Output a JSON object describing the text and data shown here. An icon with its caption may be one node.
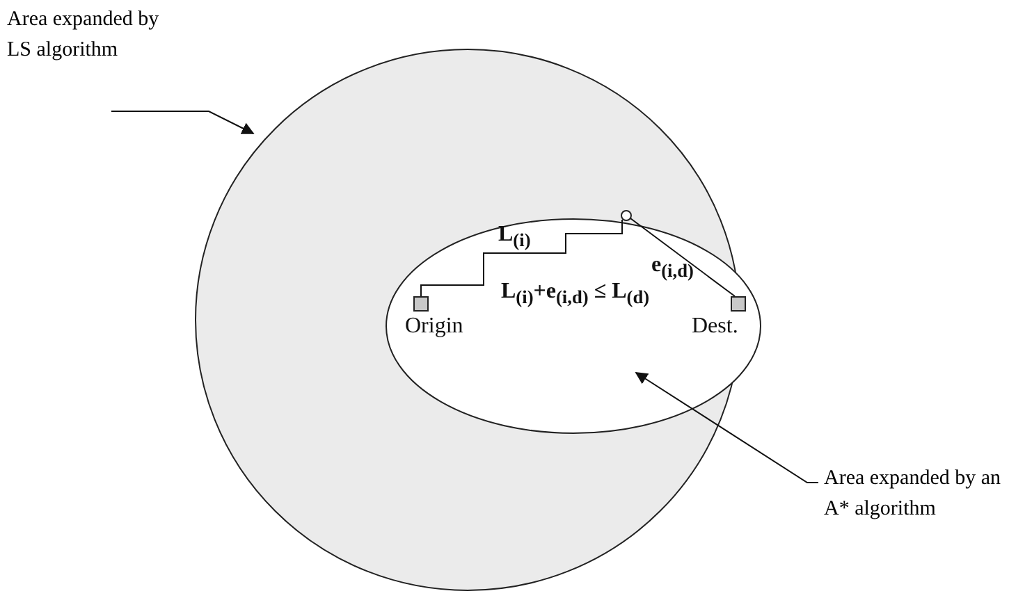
{
  "diagram": {
    "nodes": [
      {
        "text": [
          "Area expanded by LS algorithm"
        ]
      },
      {
        "text": [],
        "shape": "circle"
      },
      {
        "text": [],
        "shape": "ellipse"
      },
      {
        "text": [],
        "shape": "box",
        "in": 2,
        "beside": [
          "Origin"
        ]
      },
      {
        "text": [],
        "shape": "circle",
        "in": 1
      },
      {
        "text": [],
        "shape": "box",
        "in": 2,
        "beside": [
          "Dest."
        ]
      },
      {
        "text": [
          "Area expanded by an A* algorithm"
        ]
      }
    ],
    "edges": [
      {
        "from": 0,
        "to": 1,
        "arrow": "to"
      },
      {
        "from": 6,
        "to": 2,
        "arrow": "to"
      },
      {
        "from": 3,
        "to": 4,
        "arrow": "none",
        "label": "L$_{(i)}$"
      },
      {
        "from": 4,
        "to": 5,
        "arrow": "none",
        "label": "e$_{(i,d)}$"
      }
    ],
    "labels": [
      "L$_{(i)}$+e$_{(i,d)}$ ≤ L$_{(d)}$"
    ]
  }
}
